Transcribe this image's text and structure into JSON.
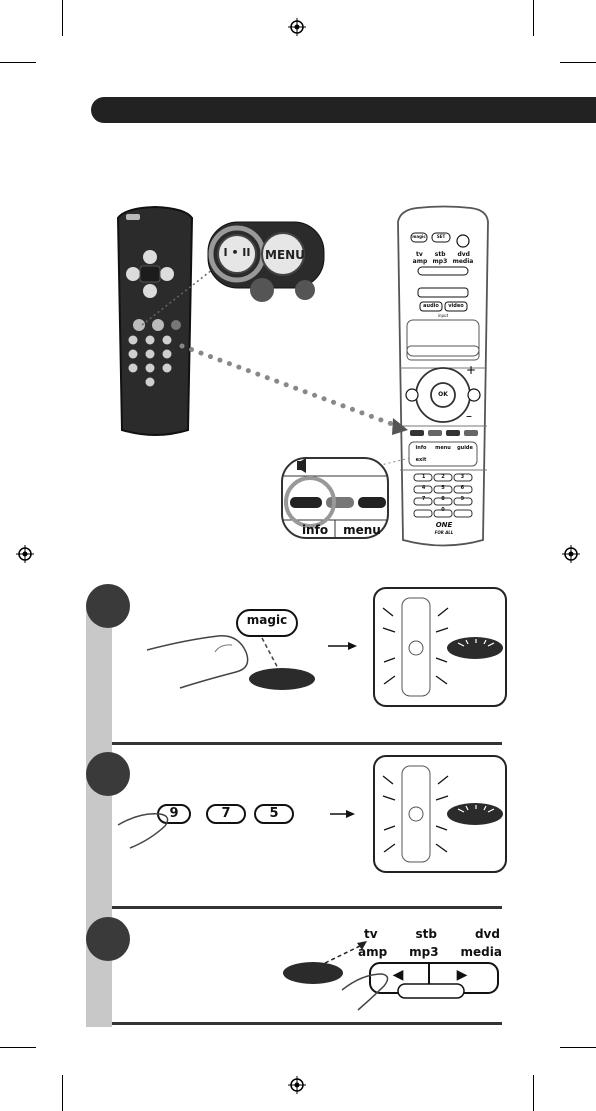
{
  "rc_small": {
    "btn_power": "I • II",
    "btn_menu": "MENU"
  },
  "rc_big": {
    "btn_magic": "magic",
    "btn_setup": "SET",
    "mode_row1": [
      "tv",
      "stb",
      "dvd"
    ],
    "mode_row2": [
      "amp",
      "mp3",
      "media"
    ],
    "btn_audio": "audio",
    "btn_video": "video",
    "label_input": "input",
    "btn_ok": "OK",
    "btn_info": "info",
    "btn_menu": "menu",
    "btn_guide": "guide",
    "btn_exit": "exit",
    "btn_one": "ONE",
    "brand_line2": "FOR ALL",
    "digits": [
      "1",
      "2",
      "3",
      "4",
      "5",
      "6",
      "7",
      "8",
      "9",
      "0"
    ]
  },
  "zoom": {
    "btn_info": "info",
    "btn_menu": "menu"
  },
  "step1": {
    "key_label": "magic"
  },
  "step2": {
    "keys": [
      "9",
      "7",
      "5"
    ]
  },
  "step3": {
    "row1": [
      "tv",
      "stb",
      "dvd"
    ],
    "row2": [
      "amp",
      "mp3",
      "media"
    ],
    "left_arrow": "◀",
    "right_arrow": "▶"
  }
}
